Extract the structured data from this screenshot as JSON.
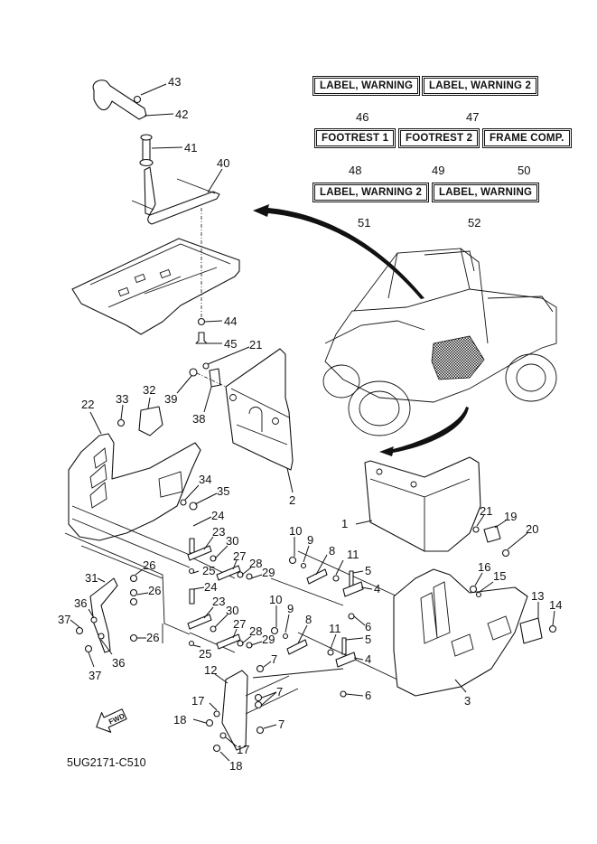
{
  "diagram": {
    "title_code": "5UG2171-C510",
    "fwd_label": "FWD",
    "labels": [
      {
        "text": "LABEL, WARNING",
        "ref": "46"
      },
      {
        "text": "LABEL, WARNING 2",
        "ref": "47"
      },
      {
        "text": "FOOTREST 1",
        "ref": "48"
      },
      {
        "text": "FOOTREST 2",
        "ref": "49"
      },
      {
        "text": "FRAME COMP.",
        "ref": "50"
      },
      {
        "text": "LABEL, WARNING 2",
        "ref": "51"
      },
      {
        "text": "LABEL, WARNING",
        "ref": "52"
      }
    ],
    "callouts": [
      "43",
      "42",
      "41",
      "40",
      "44",
      "45",
      "21",
      "39",
      "38",
      "2",
      "32",
      "33",
      "22",
      "34",
      "35",
      "24",
      "23",
      "30",
      "27",
      "28",
      "29",
      "26",
      "31",
      "36",
      "37",
      "24",
      "23",
      "30",
      "27",
      "28",
      "29",
      "26",
      "26",
      "25",
      "25",
      "36",
      "37",
      "10",
      "9",
      "8",
      "11",
      "5",
      "4",
      "6",
      "10",
      "9",
      "8",
      "11",
      "5",
      "4",
      "6",
      "7",
      "7",
      "7",
      "12",
      "17",
      "18",
      "17",
      "18",
      "1",
      "21",
      "19",
      "20",
      "16",
      "15",
      "13",
      "14",
      "3"
    ]
  }
}
